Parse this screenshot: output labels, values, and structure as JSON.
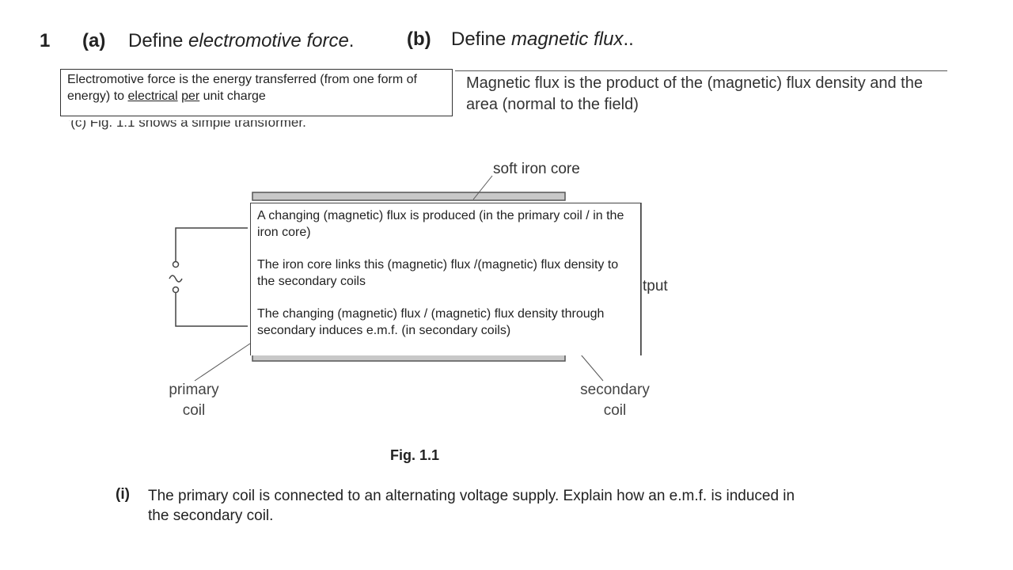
{
  "question": {
    "number": "1",
    "part_a": {
      "label": "(a)",
      "prefix": "Define ",
      "term": "electromotive force",
      "suffix": "."
    },
    "part_b": {
      "label": "(b)",
      "prefix": "Define ",
      "term": "magnetic flux",
      "suffix": ".."
    }
  },
  "answers": {
    "emf": {
      "text_1": "Electromotive force is the energy transferred (from one form of energy) to ",
      "underline_1": "electrical",
      "space": " ",
      "underline_2": "per",
      "text_2": " unit charge"
    },
    "flux": "Magnetic flux is the product of the (magnetic) flux density and the area (normal to the field)"
  },
  "cut_off_line": "'(c)  Fig. 1.1 shows a simple transformer.",
  "figure": {
    "labels": {
      "soft_iron_core": "soft iron core",
      "output_fragment": "tput",
      "primary_coil_line1": "primary",
      "primary_coil_line2": "coil",
      "secondary_coil_line1": "secondary",
      "secondary_coil_line2": "coil"
    },
    "supply_symbol": "~",
    "caption": "Fig. 1.1"
  },
  "explanation": {
    "point_1": "A changing (magnetic) flux is produced (in the primary coil / in the iron core)",
    "point_2": "The iron core links this (magnetic) flux /(magnetic) flux density to the secondary coils",
    "point_3": "The changing (magnetic) flux / (magnetic) flux density through secondary induces e.m.f. (in secondary coils)"
  },
  "part_i": {
    "label": "(i)",
    "text": "The primary coil is connected to an alternating voltage supply. Explain how an e.m.f. is induced in the secondary coil."
  }
}
